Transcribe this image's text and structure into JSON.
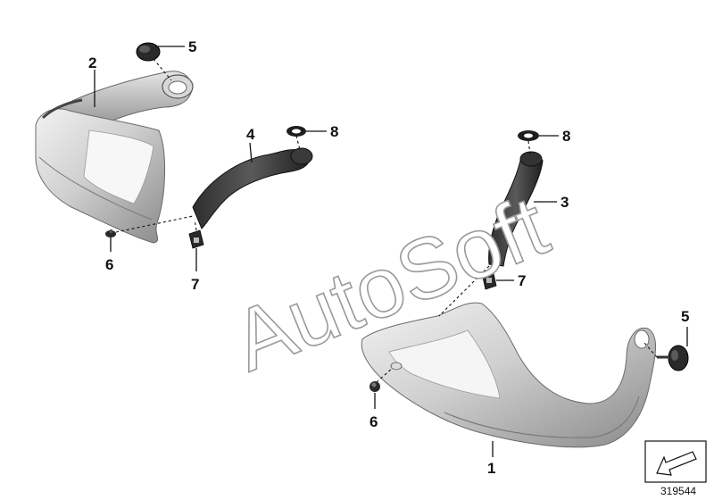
{
  "watermark": "AutoSoft",
  "diagram_number": "319544",
  "callouts": {
    "c1": "1",
    "c2": "2",
    "c3": "3",
    "c4": "4",
    "c5_left": "5",
    "c5_right": "5",
    "c6_left": "6",
    "c6_right": "6",
    "c7_left": "7",
    "c7_right": "7",
    "c8_left": "8",
    "c8_right": "8"
  }
}
